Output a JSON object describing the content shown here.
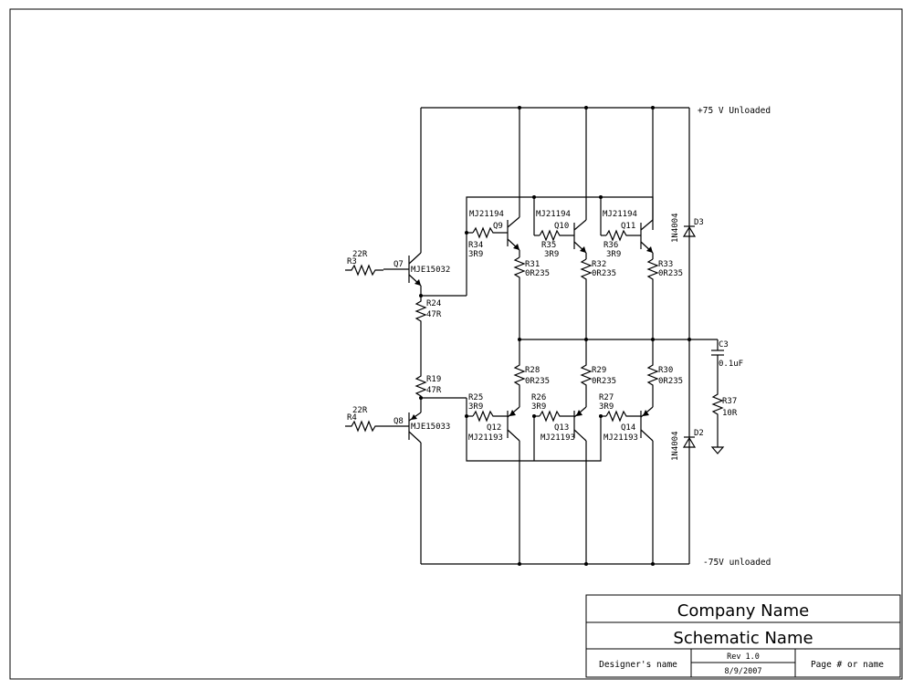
{
  "rails": {
    "positive": "+75 V Unloaded",
    "negative": "-75V unloaded"
  },
  "input_resistors": {
    "r3": {
      "value": "22R",
      "ref": "R3"
    },
    "r4": {
      "value": "22R",
      "ref": "R4"
    }
  },
  "drivers": {
    "q7": {
      "ref": "Q7",
      "part": "MJE15032"
    },
    "q8": {
      "ref": "Q8",
      "part": "MJE15033"
    }
  },
  "bias_resistors": {
    "r24": {
      "ref": "R24",
      "value": "47R"
    },
    "r19": {
      "ref": "R19",
      "value": "47R"
    }
  },
  "npn_outputs": [
    {
      "part": "MJ21194",
      "ref": "Q9",
      "base_ref": "R34",
      "base_val": "3R9",
      "em_ref": "R31",
      "em_val": "0R235"
    },
    {
      "part": "MJ21194",
      "ref": "Q10",
      "base_ref": "R35",
      "base_val": "3R9",
      "em_ref": "R32",
      "em_val": "0R235"
    },
    {
      "part": "MJ21194",
      "ref": "Q11",
      "base_ref": "R36",
      "base_val": "3R9",
      "em_ref": "R33",
      "em_val": "0R235"
    }
  ],
  "pnp_outputs": [
    {
      "part": "MJ21193",
      "ref": "Q12",
      "base_ref": "R25",
      "base_val": "3R9",
      "em_ref": "R28",
      "em_val": "0R235"
    },
    {
      "part": "MJ21193",
      "ref": "Q13",
      "base_ref": "R26",
      "base_val": "3R9",
      "em_ref": "R29",
      "em_val": "0R235"
    },
    {
      "part": "MJ21193",
      "ref": "Q14",
      "base_ref": "R27",
      "base_val": "3R9",
      "em_ref": "R30",
      "em_val": "0R235"
    }
  ],
  "diodes": {
    "d3": {
      "ref": "D3",
      "part": "1N4004"
    },
    "d2": {
      "ref": "D2",
      "part": "1N4004"
    }
  },
  "zobel": {
    "c3": {
      "ref": "C3",
      "value": "0.1uF"
    },
    "r37": {
      "ref": "R37",
      "value": "10R"
    }
  },
  "title_block": {
    "company": "Company Name",
    "schematic": "Schematic Name",
    "designer": "Designer's name",
    "rev": "Rev 1.0",
    "date": "8/9/2007",
    "page": "Page # or name"
  }
}
